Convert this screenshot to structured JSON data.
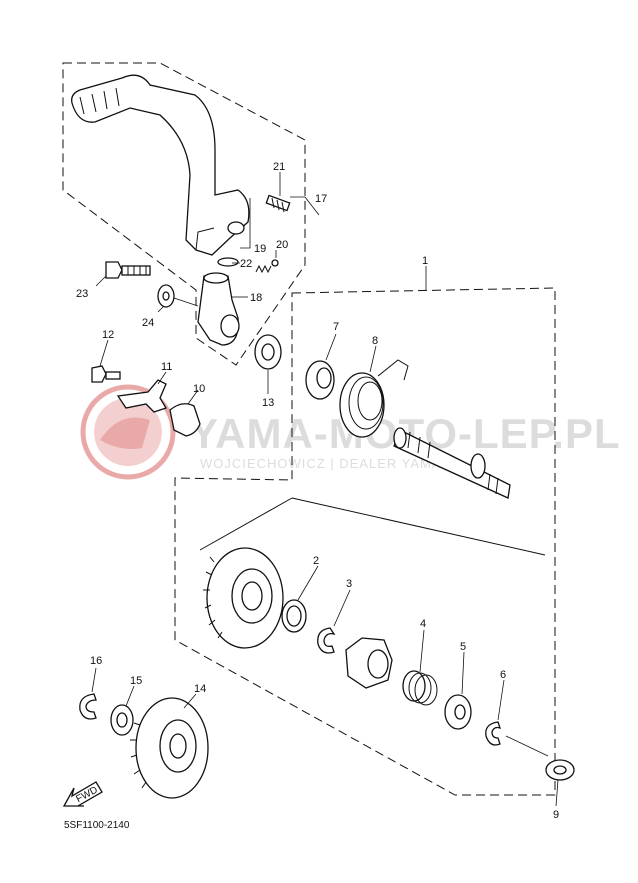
{
  "watermark": {
    "brand": "YAMA-MOTO-LEP.PL",
    "tagline": "WOJCIECHOWICZ | DEALER YAMAHA",
    "logo_color": "#e8a0a0"
  },
  "callouts": [
    "1",
    "2",
    "3",
    "4",
    "5",
    "6",
    "7",
    "8",
    "9",
    "10",
    "11",
    "12",
    "13",
    "14",
    "15",
    "16",
    "17",
    "18",
    "19",
    "20",
    "21",
    "22",
    "23",
    "24"
  ],
  "fwd_label": "FWD",
  "diagram_code": "5SF1100-2140"
}
